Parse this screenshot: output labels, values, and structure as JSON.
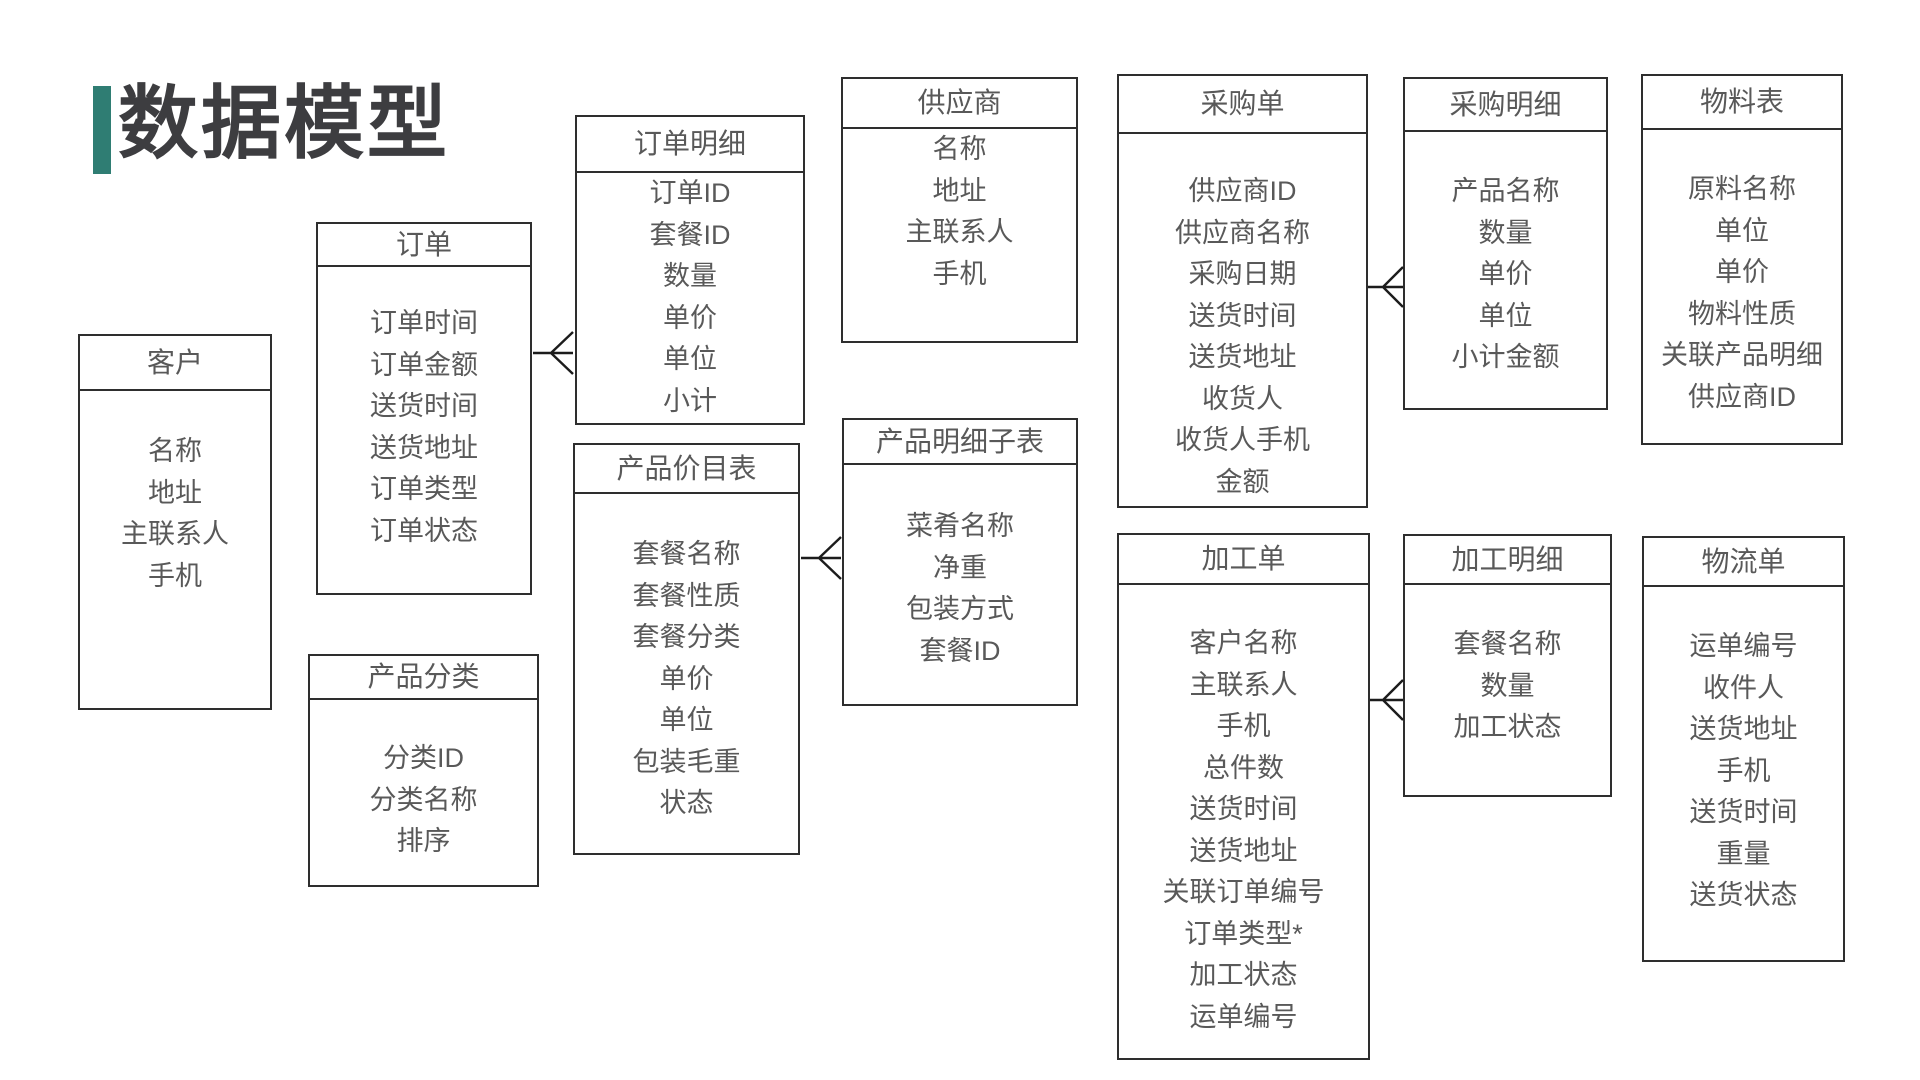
{
  "page": {
    "title": "数据模型",
    "accent_color": "#2f7d73",
    "text_color": "#595959",
    "border_color": "#2e2e2e",
    "background_color": "#ffffff"
  },
  "entities": [
    {
      "id": "customer",
      "title": "客户",
      "fields": [
        "名称",
        "地址",
        "主联系人",
        "手机"
      ]
    },
    {
      "id": "order",
      "title": "订单",
      "fields": [
        "订单时间",
        "订单金额",
        "送货时间",
        "送货地址",
        "订单类型",
        "订单状态"
      ]
    },
    {
      "id": "order-detail",
      "title": "订单明细",
      "fields": [
        "订单ID",
        "套餐ID",
        "数量",
        "单价",
        "单位",
        "小计"
      ]
    },
    {
      "id": "product-category",
      "title": "产品分类",
      "fields": [
        "分类ID",
        "分类名称",
        "排序"
      ]
    },
    {
      "id": "product-price-list",
      "title": "产品价目表",
      "fields": [
        "套餐名称",
        "套餐性质",
        "套餐分类",
        "单价",
        "单位",
        "包装毛重",
        "状态"
      ]
    },
    {
      "id": "supplier",
      "title": "供应商",
      "fields": [
        "名称",
        "地址",
        "主联系人",
        "手机"
      ]
    },
    {
      "id": "product-detail-subtable",
      "title": "产品明细子表",
      "fields": [
        "菜肴名称",
        "净重",
        "包装方式",
        "套餐ID"
      ]
    },
    {
      "id": "purchase-order",
      "title": "采购单",
      "fields": [
        "供应商ID",
        "供应商名称",
        "采购日期",
        "送货时间",
        "送货地址",
        "收货人",
        "收货人手机",
        "金额"
      ]
    },
    {
      "id": "purchase-detail",
      "title": "采购明细",
      "fields": [
        "产品名称",
        "数量",
        "单价",
        "单位",
        "小计金额"
      ]
    },
    {
      "id": "material-table",
      "title": "物料表",
      "fields": [
        "原料名称",
        "单位",
        "单价",
        "物料性质",
        "关联产品明细",
        "供应商ID"
      ]
    },
    {
      "id": "process-order",
      "title": "加工单",
      "fields": [
        "客户名称",
        "主联系人",
        "手机",
        "总件数",
        "送货时间",
        "送货地址",
        "关联订单编号",
        "订单类型*",
        "加工状态",
        "运单编号"
      ]
    },
    {
      "id": "process-detail",
      "title": "加工明细",
      "fields": [
        "套餐名称",
        "数量",
        "加工状态"
      ]
    },
    {
      "id": "logistics-order",
      "title": "物流单",
      "fields": [
        "运单编号",
        "收件人",
        "送货地址",
        "手机",
        "送货时间",
        "重量",
        "送货状态"
      ]
    }
  ],
  "connectors": [
    {
      "from": "订单",
      "to": "订单明细",
      "type": "one-to-many"
    },
    {
      "from": "产品价目表",
      "to": "产品明细子表",
      "type": "one-to-many"
    },
    {
      "from": "采购单",
      "to": "采购明细",
      "type": "one-to-many"
    },
    {
      "from": "加工单",
      "to": "加工明细",
      "type": "one-to-many"
    }
  ]
}
